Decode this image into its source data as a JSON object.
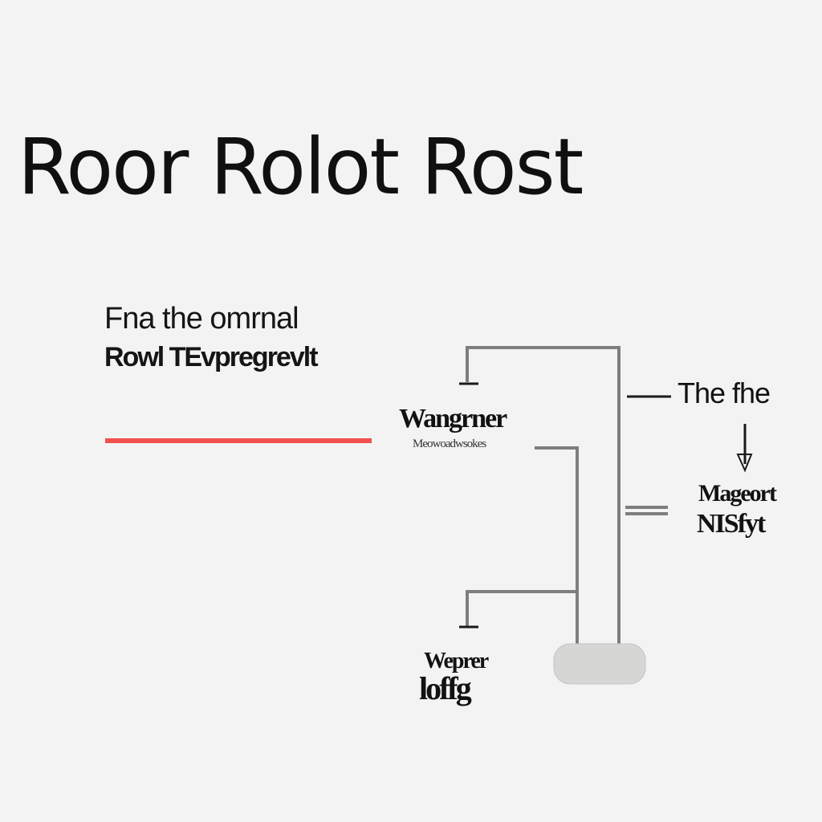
{
  "title": "Roor Rolot Rost",
  "notes": {
    "line1": "Fna the omrnal",
    "line2": "Rowl TEvpregrevlt"
  },
  "labels": {
    "wangrer": "Wangrner",
    "wangrer_sub": "Meowoadwsokes",
    "the_fhe": "The fhe",
    "mageort": "Mageort",
    "nisfyt": "NISfyt",
    "weprer": "Weprer",
    "loffg": "loffg"
  },
  "colors": {
    "background": "#f3f3f3",
    "accent": "#f0514c",
    "line": "#808080",
    "base": "#d6d6d4"
  }
}
